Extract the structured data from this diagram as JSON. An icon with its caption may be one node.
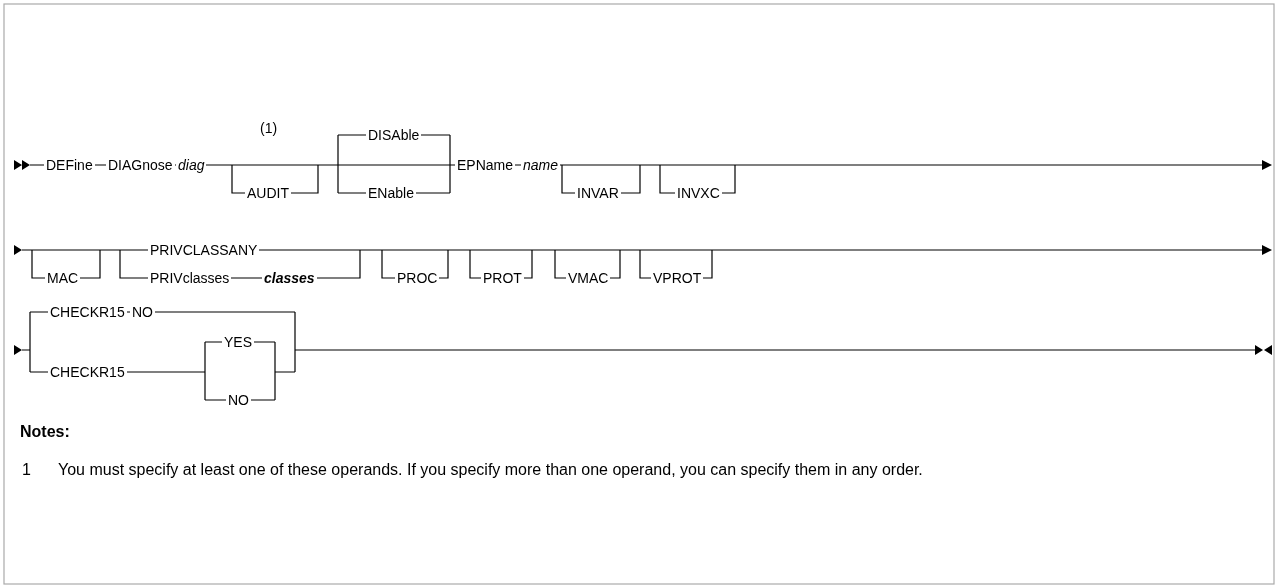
{
  "diagram": {
    "labels": [
      "(1)",
      "DISAble",
      "DEFine",
      "DIAGnose",
      "diag",
      "EPName",
      "name",
      "AUDIT",
      "ENable",
      "INVAR",
      "INVXC",
      "PRIVCLASSANY",
      "MAC",
      "PRIVclasses",
      "classes",
      "PROC",
      "PROT",
      "VMAC",
      "VPROT",
      "CHECKR15",
      "NO",
      "YES",
      "CHECKR15",
      "NO",
      "Notes:",
      "1",
      "You must specify at least one of these operands. If you specify more than one operand, you can specify them in any order."
    ]
  }
}
